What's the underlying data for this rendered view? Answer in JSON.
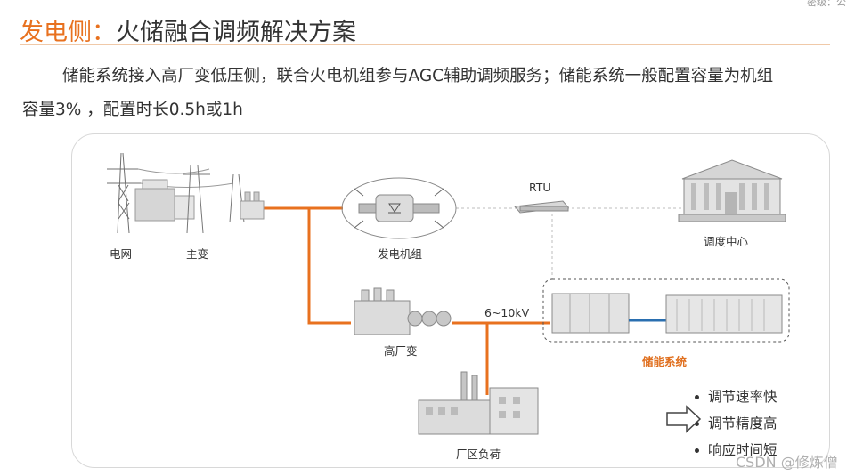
{
  "header": {
    "title_accent": "发电侧：",
    "title_rest": "火储融合调频解决方案",
    "corner_text": "密级：公"
  },
  "description": {
    "line1": "储能系统接入高厂变低压侧，联合火电机组参与AGC辅助调频服务；储能系统一般配置容量为机组",
    "line2": "容量3% ，配置时长0.5h或1h"
  },
  "diagram": {
    "labels": {
      "grid": "电网",
      "main_transformer": "主变",
      "generator": "发电机组",
      "rtu": "RTU",
      "dispatch": "调度中心",
      "station_transformer": "高厂变",
      "voltage": "6~10kV",
      "storage": "储能系统",
      "plant_load": "厂区负荷"
    }
  },
  "benefits": [
    "调节速率快",
    "调节精度高",
    "响应时间短"
  ],
  "watermark": "CSDN @修炼僧",
  "colors": {
    "accent": "#e8711f",
    "power_line": "#e8711f",
    "storage_label": "#e07020",
    "battery_link": "#2a6fb0"
  }
}
